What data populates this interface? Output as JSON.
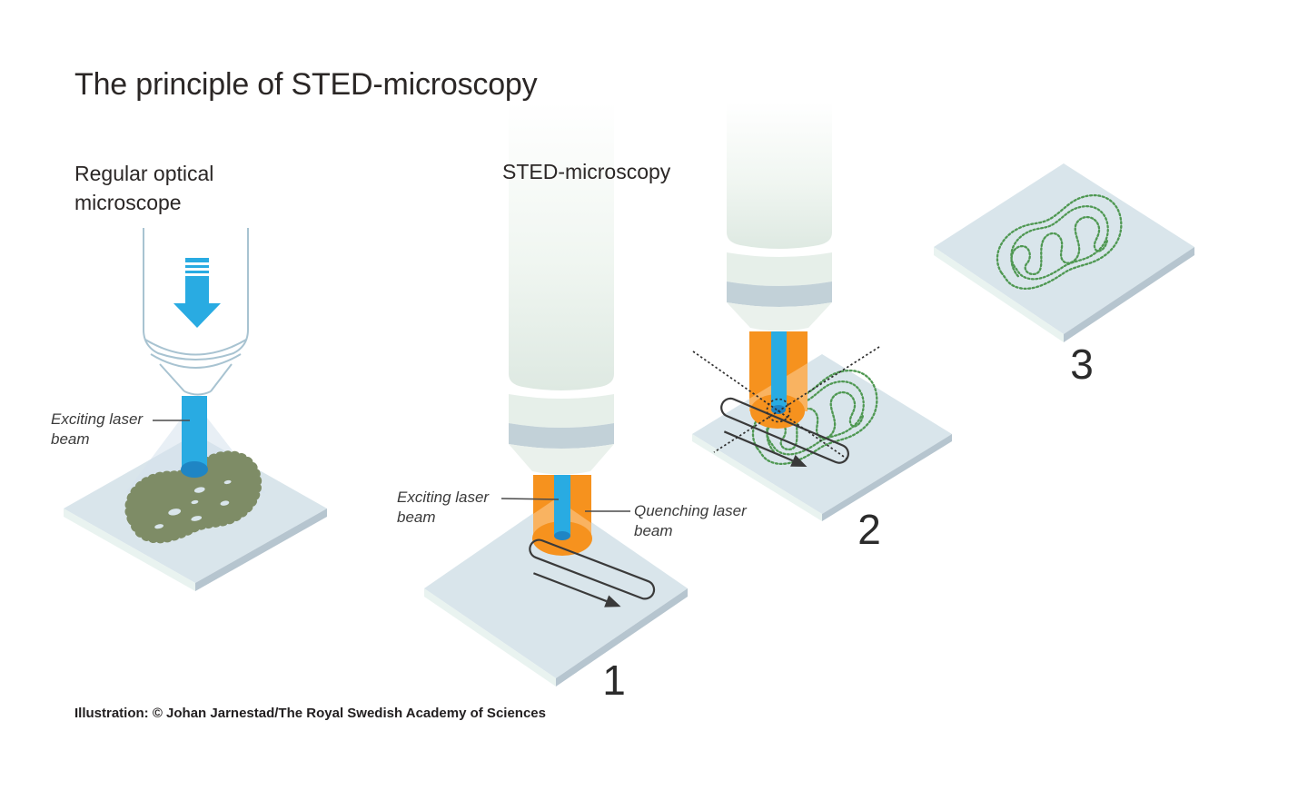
{
  "title": "The principle of STED-microscopy",
  "panels": {
    "regular": {
      "heading": "Regular optical microscope",
      "beam_label": "Exciting laser beam"
    },
    "sted": {
      "heading": "STED-microscopy",
      "exciting_label": "Exciting laser beam",
      "quenching_label": "Quenching laser beam"
    }
  },
  "steps": [
    {
      "number": "1"
    },
    {
      "number": "2"
    },
    {
      "number": "3"
    }
  ],
  "credit": "Illustration: © Johan Jarnestad/The Royal Swedish Academy of Sciences",
  "icons": {
    "beam_direction": "down-arrow-icon",
    "scan_path": "scan-path-arrow-icon",
    "focus_marker": "crosshair-circle-icon"
  },
  "colors": {
    "beam-blue": "#29ABE2",
    "beam-dark": "#1F85C4",
    "orange": "#F6921E",
    "plate-top": "#D9E5EB",
    "plate-left": "#E9F3F0",
    "plate-right": "#B6C5CF",
    "blob": "#7E8C66",
    "mito": "#4F9852",
    "mic-outline": "#A8C3D1",
    "mic-band": "#C2D1D8",
    "ink": "#3A3A3A",
    "pointer": "#4A4A4A",
    "text": "#262223"
  }
}
